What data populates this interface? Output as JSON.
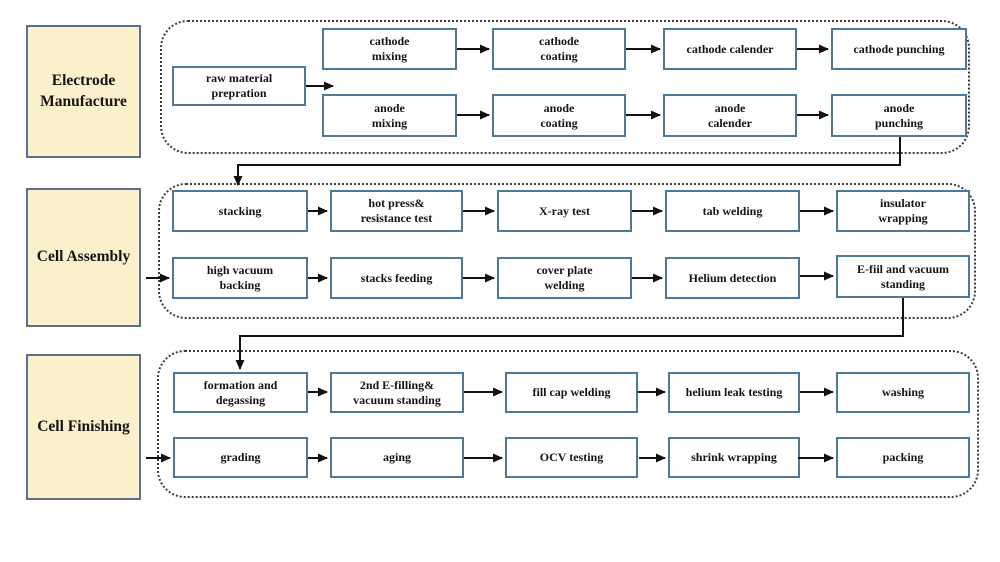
{
  "diagram": {
    "stages": [
      {
        "label": "Electrode\nManufacture"
      },
      {
        "label": "Cell Assembly"
      },
      {
        "label": "Cell Finishing"
      }
    ],
    "sections": [
      {
        "start_box": "raw material\nprepration",
        "top_row": [
          "cathode\nmixing",
          "cathode\ncoating",
          "cathode calender",
          "cathode punching"
        ],
        "bottom_row": [
          "anode\nmixing",
          "anode\ncoating",
          "anode\ncalender",
          "anode\npunching"
        ]
      },
      {
        "top_row": [
          "stacking",
          "hot press&\nresistance test",
          "X-ray test",
          "tab welding",
          "insulator\nwrapping"
        ],
        "bottom_row": [
          "high vacuum\nbacking",
          "stacks feeding",
          "cover plate\nwelding",
          "Helium detection",
          "E-fiil and vacuum\nstanding"
        ]
      },
      {
        "top_row": [
          "formation and\ndegassing",
          "2nd E-filling&\nvacuum standing",
          "fill cap welding",
          "helium leak testing",
          "washing"
        ],
        "bottom_row": [
          "grading",
          "aging",
          "OCV testing",
          "shrink wrapping",
          "packing"
        ]
      }
    ],
    "colors": {
      "stage_fill": "#faf1cc",
      "stage_border": "#5a7288",
      "box_fill": "#ffffff",
      "box_border": "#4e7a99",
      "dotted_border": "#3d3d3d",
      "arrow": "#111111"
    }
  }
}
